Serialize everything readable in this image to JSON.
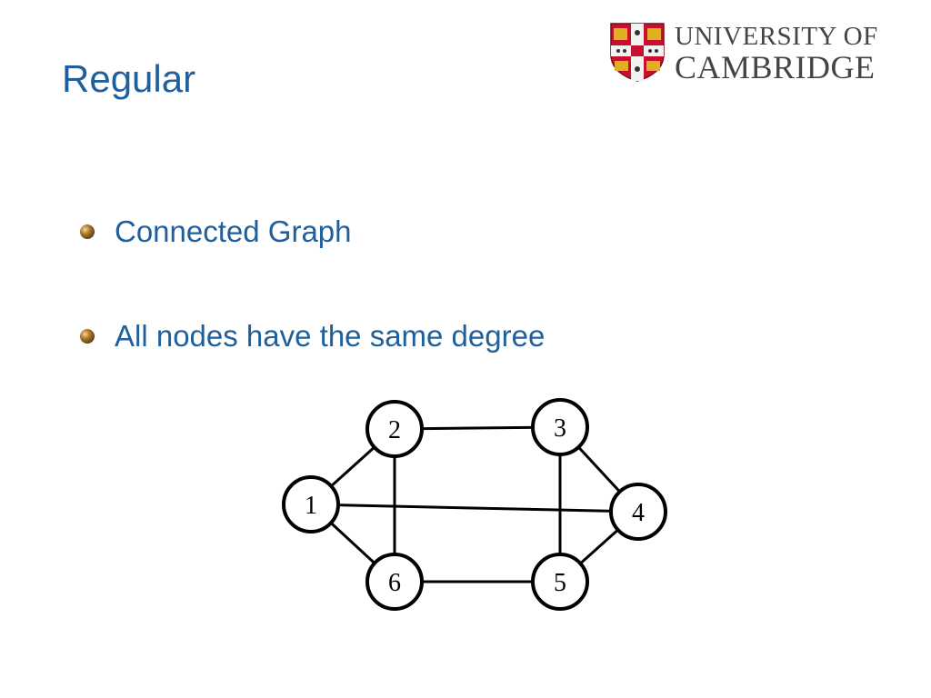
{
  "slide": {
    "title": "Regular"
  },
  "logo": {
    "line1": "UNIVERSITY OF",
    "line2": "CAMBRIDGE",
    "shield_icon": "cambridge-crest-icon"
  },
  "bullets": [
    {
      "text": "Connected Graph"
    },
    {
      "text": "All nodes have the same degree"
    }
  ],
  "bullet_icon": "bronze-ball-icon",
  "graph": {
    "nodes": [
      {
        "id": "1",
        "label": "1"
      },
      {
        "id": "2",
        "label": "2"
      },
      {
        "id": "3",
        "label": "3"
      },
      {
        "id": "4",
        "label": "4"
      },
      {
        "id": "5",
        "label": "5"
      },
      {
        "id": "6",
        "label": "6"
      }
    ],
    "edges": [
      [
        "1",
        "2"
      ],
      [
        "1",
        "6"
      ],
      [
        "1",
        "4"
      ],
      [
        "2",
        "3"
      ],
      [
        "2",
        "6"
      ],
      [
        "3",
        "4"
      ],
      [
        "3",
        "5"
      ],
      [
        "4",
        "5"
      ],
      [
        "5",
        "6"
      ]
    ]
  }
}
